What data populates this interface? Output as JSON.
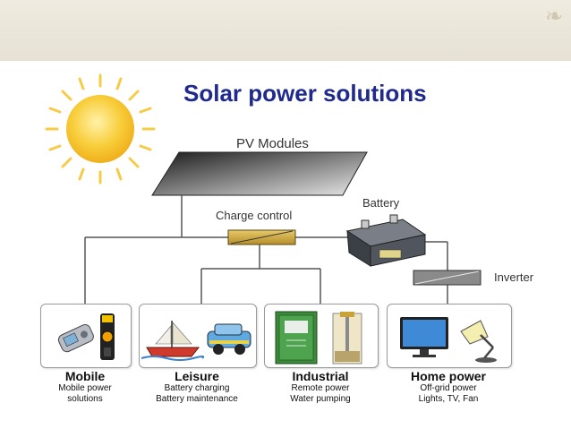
{
  "title": "Solar power solutions",
  "labels": {
    "pv_modules": "PV Modules",
    "charge_control": "Charge control",
    "battery": "Battery",
    "inverter": "Inverter"
  },
  "categories": [
    {
      "name": "Mobile",
      "lines": [
        "Mobile power",
        "solutions"
      ]
    },
    {
      "name": "Leisure",
      "lines": [
        "Battery charging",
        "Battery maintenance"
      ]
    },
    {
      "name": "Industrial",
      "lines": [
        "Remote power",
        "Water pumping"
      ]
    },
    {
      "name": "Home power",
      "lines": [
        "Off-grid power",
        "Lights, TV, Fan"
      ]
    }
  ],
  "colors": {
    "title": "#1f2a8c",
    "charge_controller": "#d6b34a",
    "inverter": "#8a8a8a",
    "sun": "#f5c22a",
    "connector": "#555555"
  },
  "icons": [
    "sun-icon",
    "phone-icon",
    "torch-icon",
    "boat-icon",
    "car-icon",
    "control-cabinet-icon",
    "pump-icon",
    "tv-icon",
    "lamp-icon",
    "battery-icon"
  ]
}
